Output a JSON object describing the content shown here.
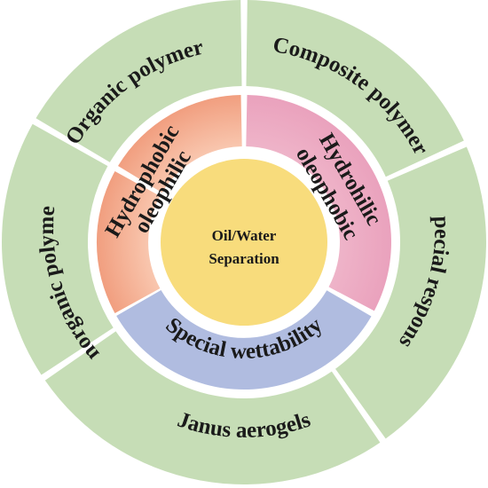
{
  "center": {
    "line1": "Oil/Water",
    "line2": "Separation",
    "color": "#F8DC7C"
  },
  "inner_ring": [
    {
      "line1": "Hydrophobic",
      "line2": "oleophilic",
      "color_outer": "#F19F80",
      "color_inner": "#FBD2BC"
    },
    {
      "line1": "Hydrohilic",
      "line2": "oleophobic",
      "color_outer": "#EBA4BE",
      "color_inner": "#EFB6CA"
    },
    {
      "label": "Special wettability",
      "color": "#B0BCE0"
    }
  ],
  "outer_ring": {
    "color": "#C6DDB6",
    "segments": [
      {
        "label": "Organic polymer"
      },
      {
        "label": "Composite polymer"
      },
      {
        "label": "Special response"
      },
      {
        "label": "Janus aerogels"
      },
      {
        "label": "Inorganic polymer"
      }
    ]
  }
}
